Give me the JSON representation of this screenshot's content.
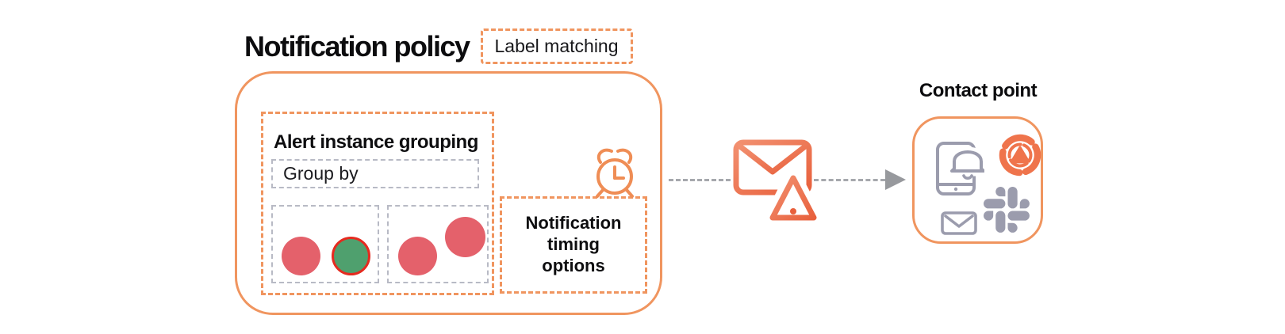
{
  "header": {
    "title": "Notification policy",
    "badge": "Label matching"
  },
  "policy_box": {
    "grouping": {
      "title": "Alert instance grouping",
      "group_by_label": "Group by",
      "alert_groups": [
        {
          "circles": [
            "red",
            "green-with-red-ring"
          ]
        },
        {
          "circles": [
            "red",
            "red"
          ]
        }
      ]
    },
    "timing_label": "Notification timing options"
  },
  "contact": {
    "title": "Contact point",
    "channels": [
      "mobile-push",
      "grafana-oncall",
      "email",
      "slack"
    ]
  },
  "icons": {
    "clock": "alarm-clock-icon",
    "email_alert": "email-alert-icon",
    "arrow": "arrow-right-icon",
    "mobile_push": "mobile-push-notification-icon",
    "grafana_oncall": "grafana-oncall-icon",
    "email": "email-icon",
    "slack": "slack-icon"
  },
  "colors": {
    "orange": "#F0955F",
    "orange_icon": "#EF8D55",
    "gray_dash": "#B8BAC5",
    "connector_gray": "#A6A8AD",
    "arrow_gray": "#97999D",
    "icon_gray": "#9B9CAD",
    "red_circle": "#E4616B",
    "green_circle": "#4FA06E",
    "green_ring": "#E52A1F",
    "envelope_gradient_start": "#F29070",
    "envelope_gradient_end": "#E8603C",
    "oncall_orange": "#EF744C",
    "text_black": "#0C0C0E"
  }
}
